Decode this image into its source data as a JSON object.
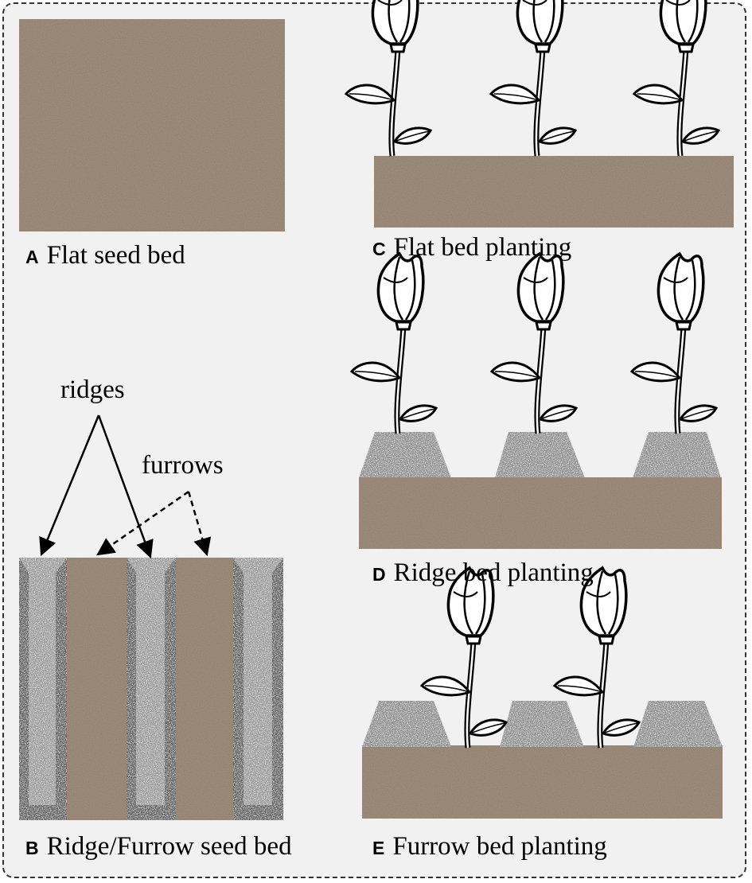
{
  "panels": {
    "a": {
      "letter": "A",
      "caption": "Flat seed bed"
    },
    "b": {
      "letter": "B",
      "caption": "Ridge/Furrow seed bed"
    },
    "c": {
      "letter": "C",
      "caption": "Flat bed planting"
    },
    "d": {
      "letter": "D",
      "caption": "Ridge bed planting"
    },
    "e": {
      "letter": "E",
      "caption": "Furrow bed planting"
    }
  },
  "annotations": {
    "ridges": "ridges",
    "furrows": "furrows"
  },
  "colors": {
    "soil": "#9c8a78",
    "ridge_gray": "#8f8f8f",
    "ridge_dark": "#5f5f5f",
    "background": "#f1f1f1",
    "border": "#333333"
  },
  "icons": [
    "tulip-icon"
  ]
}
